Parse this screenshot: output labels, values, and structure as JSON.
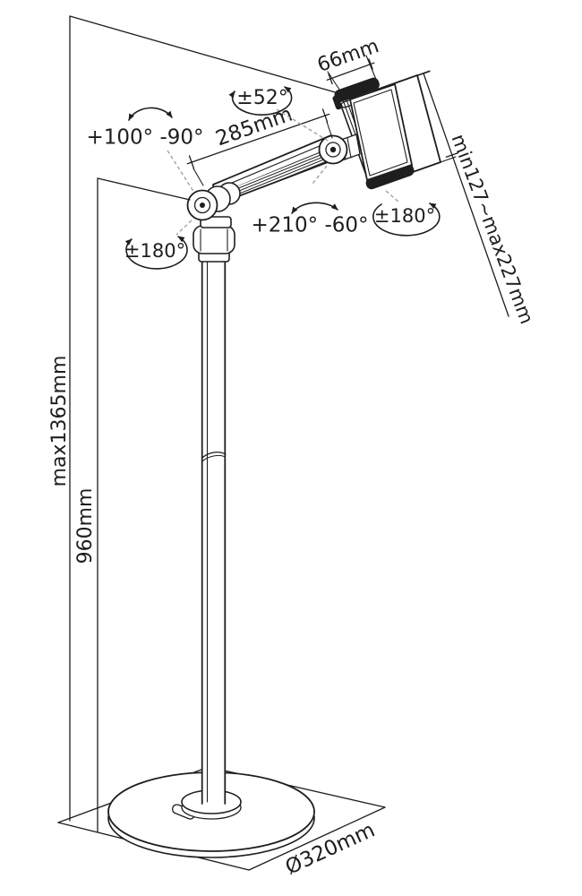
{
  "diagram": {
    "type": "technical-line-drawing",
    "subject": "tablet floor stand with articulated arm and round base",
    "colors": {
      "line": "#1e1e1e",
      "dashed_leader": "#9a9a9a",
      "background": "#ffffff"
    },
    "labels": {
      "max_height": "max1365mm",
      "pole_height": "960mm",
      "arm_length": "285mm",
      "holder_width": "66mm",
      "holder_range": "min127~max227mm",
      "base_diameter": "Ø320mm",
      "arm_swivel": "+100° -90°",
      "head_tilt": "±52°",
      "pole_rotation": "±180°",
      "holder_rotation": "±180°",
      "arm_tilt": "+210° -60°"
    }
  }
}
